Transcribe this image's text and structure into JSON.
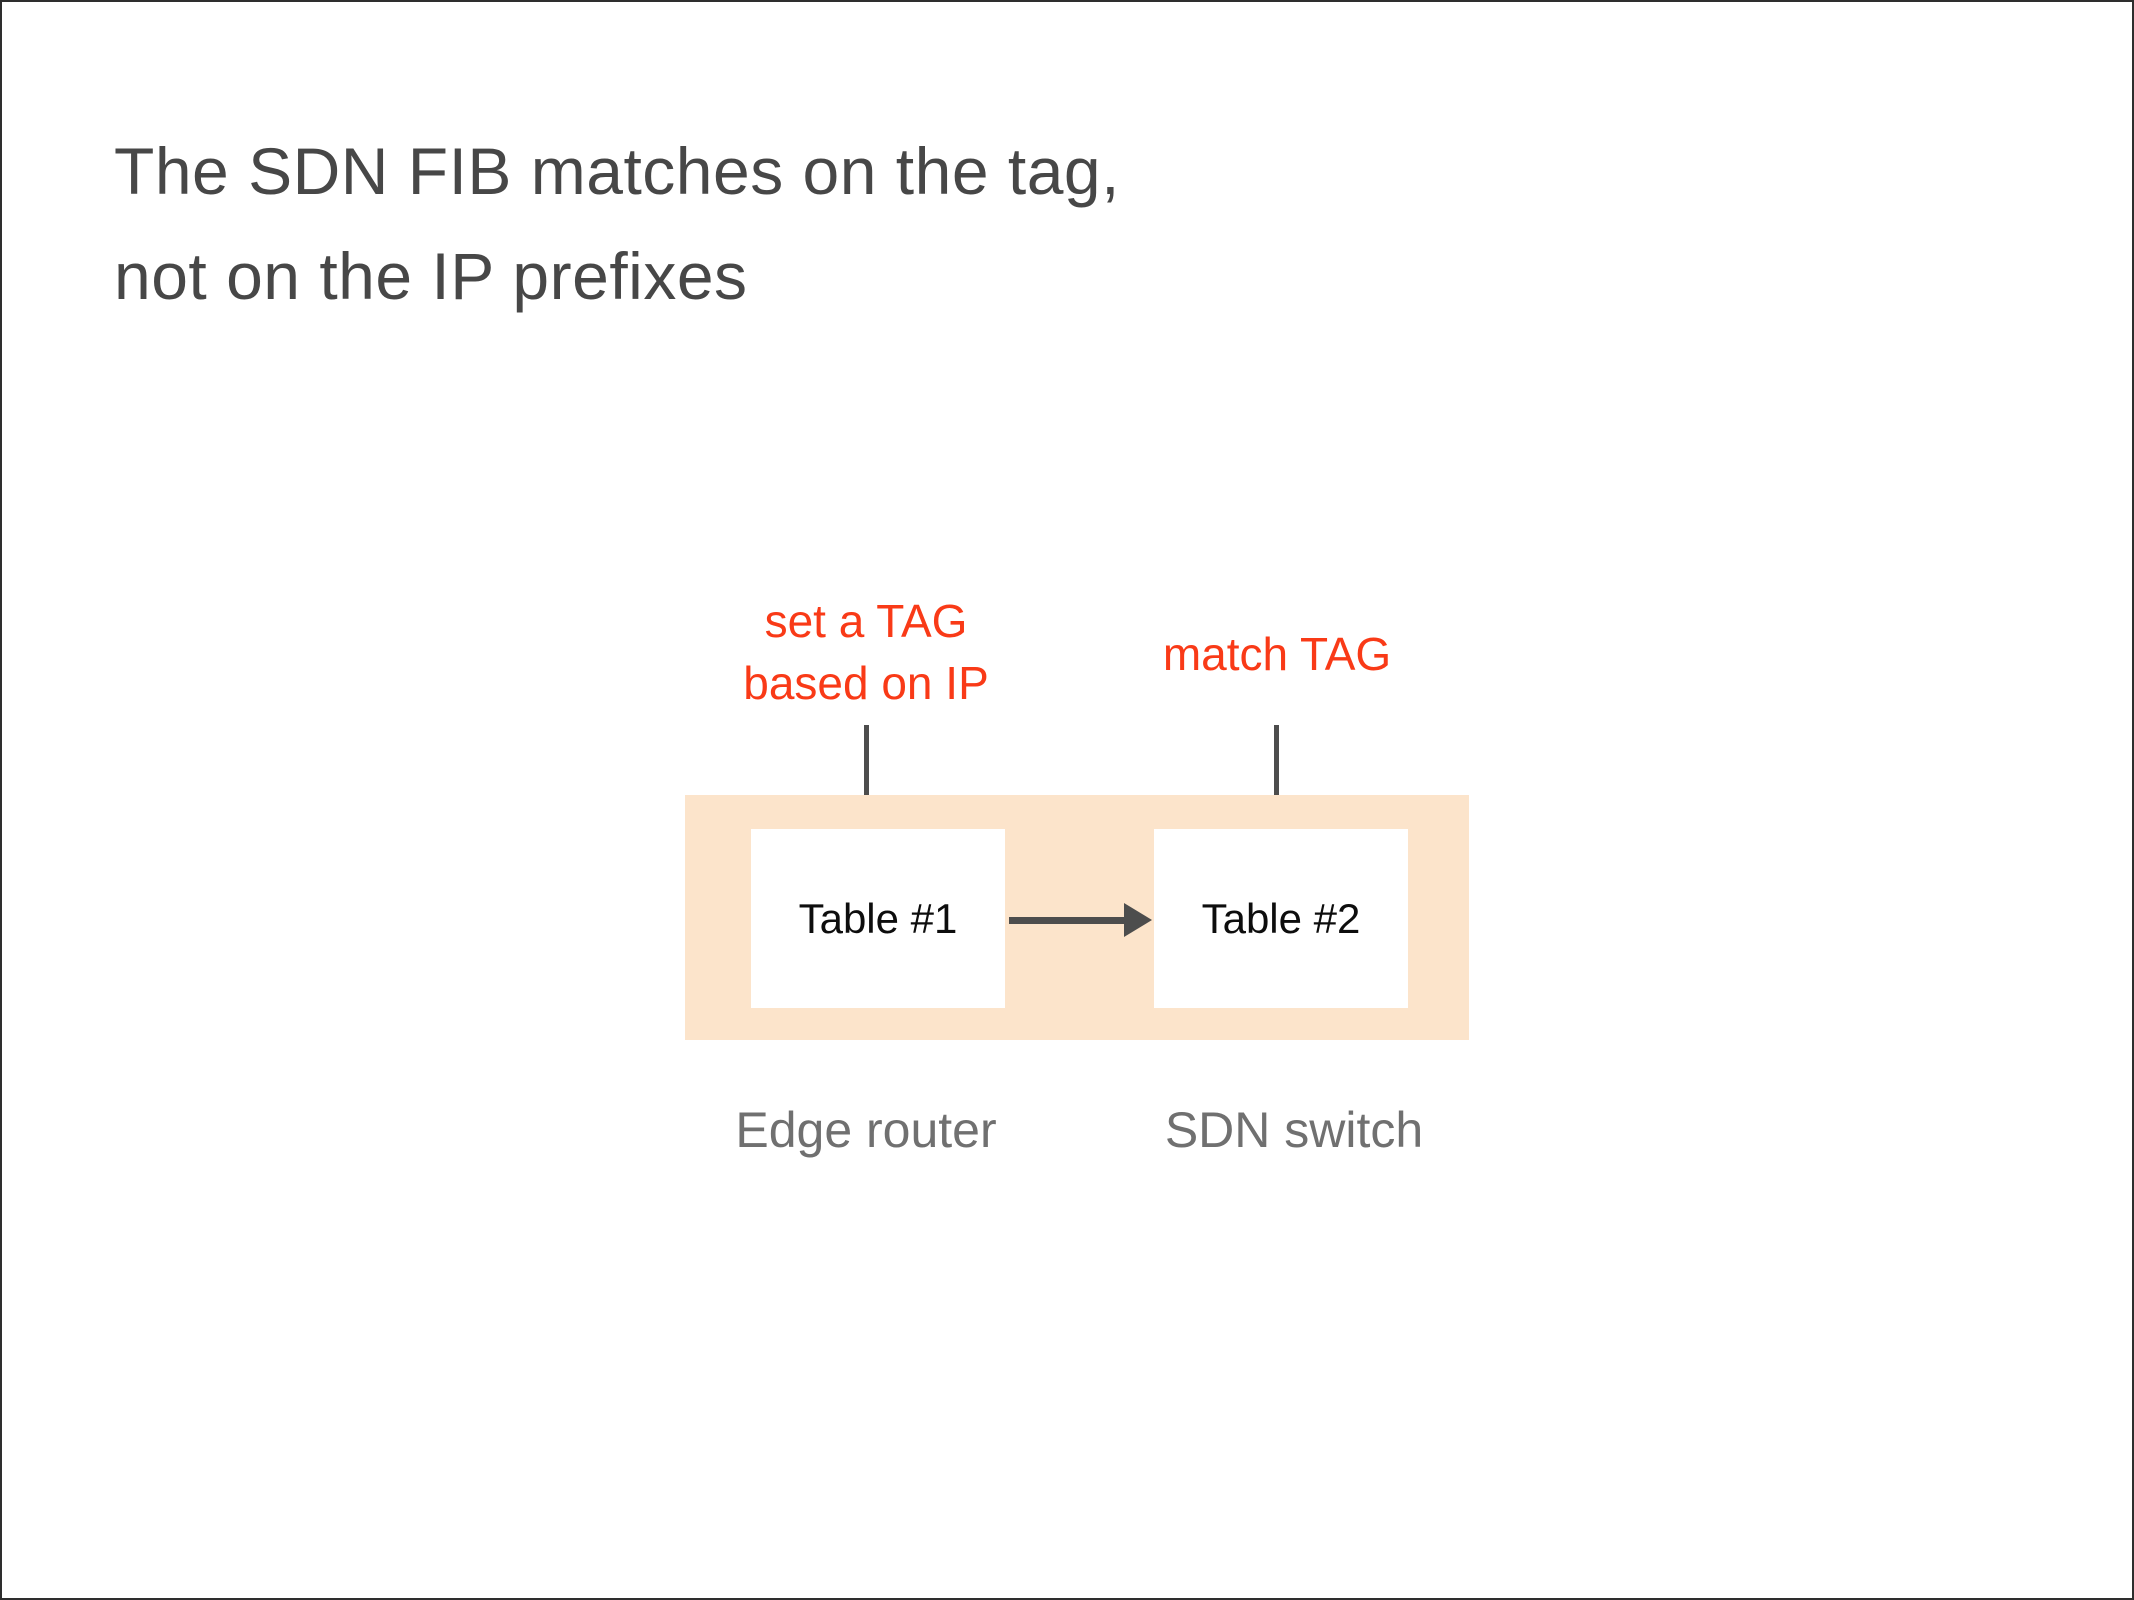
{
  "title": {
    "line1": "The SDN FIB matches on the tag,",
    "line2": "not on the IP prefixes"
  },
  "annotations": {
    "set_tag_line1": "set a TAG",
    "set_tag_line2": "based on IP",
    "match_tag": "match TAG"
  },
  "tables": {
    "table1": "Table #1",
    "table2": "Table #2"
  },
  "captions": {
    "edge_router": "Edge router",
    "sdn_switch": "SDN switch"
  },
  "colors": {
    "annotation_red": "#f93a17",
    "container_orange": "#fce4cb",
    "connector_gray": "#4d4d4d",
    "title_gray": "#474747",
    "caption_gray": "#707070",
    "table_text": "#0d0d0d",
    "background": "#ffffff",
    "frame_border": "#2e2e2e"
  }
}
